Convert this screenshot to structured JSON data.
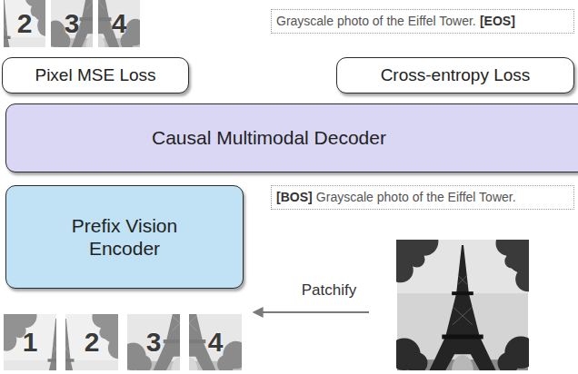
{
  "diagram": {
    "nodes": [
      {
        "text": [
          "Grayscale photo of the Eiffel Tower.",
          "[EOS]"
        ]
      },
      {
        "text": [
          "Pixel MSE Loss"
        ]
      },
      {
        "text": [
          "Cross-entropy Loss"
        ]
      },
      {
        "text": [
          "Causal Multimodal Decoder"
        ]
      },
      {
        "text": [
          "Prefix Vision Encoder"
        ]
      },
      {
        "text": [
          "[BOS]",
          "Grayscale photo of the Eiffel Tower."
        ]
      }
    ],
    "labels": [
      "2",
      "3",
      "4",
      "Patchify",
      "1",
      "2",
      "3",
      "4"
    ]
  }
}
